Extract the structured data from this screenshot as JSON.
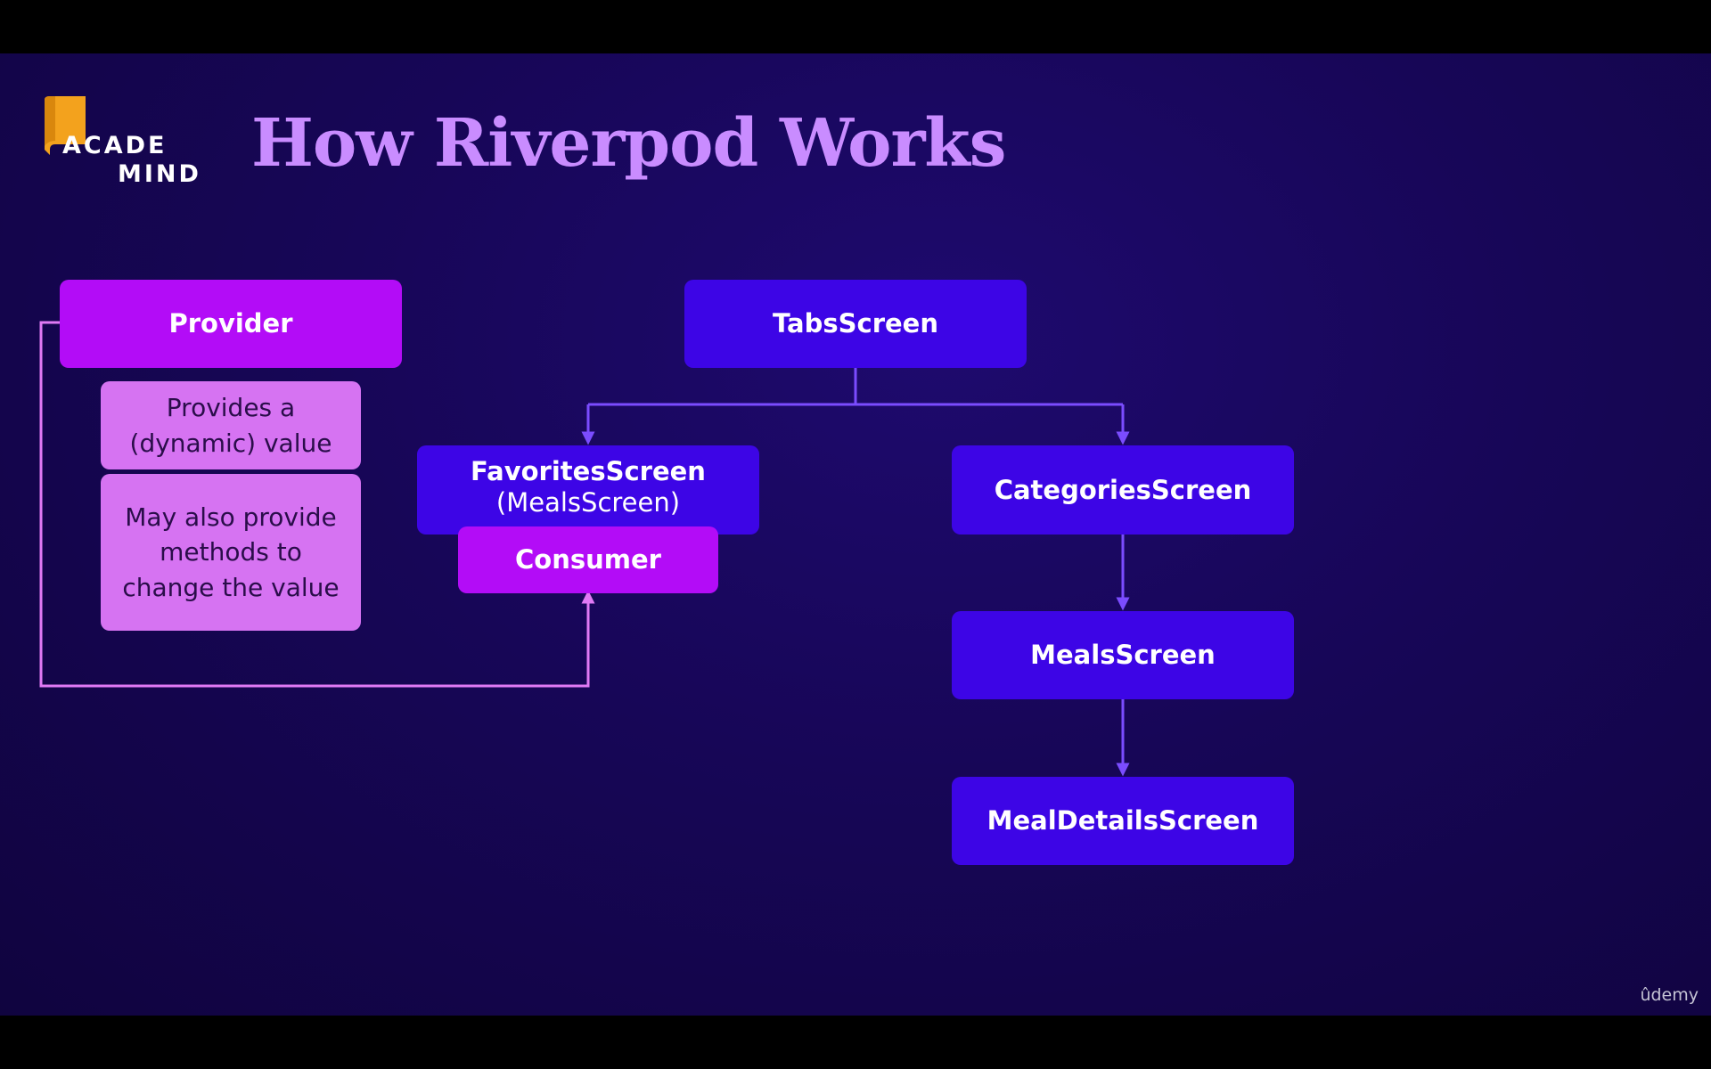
{
  "logo": {
    "line1": "ACADE",
    "line2": "MIND"
  },
  "title": "How Riverpod Works",
  "nodes": {
    "provider": "Provider",
    "provider_desc1_line1": "Provides a",
    "provider_desc1_line2": "(dynamic) value",
    "provider_desc2_line1": "May also provide",
    "provider_desc2_line2": "methods to",
    "provider_desc2_line3": "change the value",
    "tabs_screen": "TabsScreen",
    "favorites_screen": "FavoritesScreen",
    "favorites_sub": "(MealsScreen)",
    "consumer": "Consumer",
    "categories_screen": "CategoriesScreen",
    "meals_screen": "MealsScreen",
    "meal_details_screen": "MealDetailsScreen"
  },
  "watermark": "ûdemy",
  "colors": {
    "background": "#170657",
    "screen_box": "#3d05e6",
    "provider_box": "#b30cf7",
    "description_box": "#d673f2",
    "title": "#c98cff",
    "connector_blue": "#7b4cff",
    "connector_pink": "#e07af5",
    "logo_accent": "#f3a21d"
  }
}
